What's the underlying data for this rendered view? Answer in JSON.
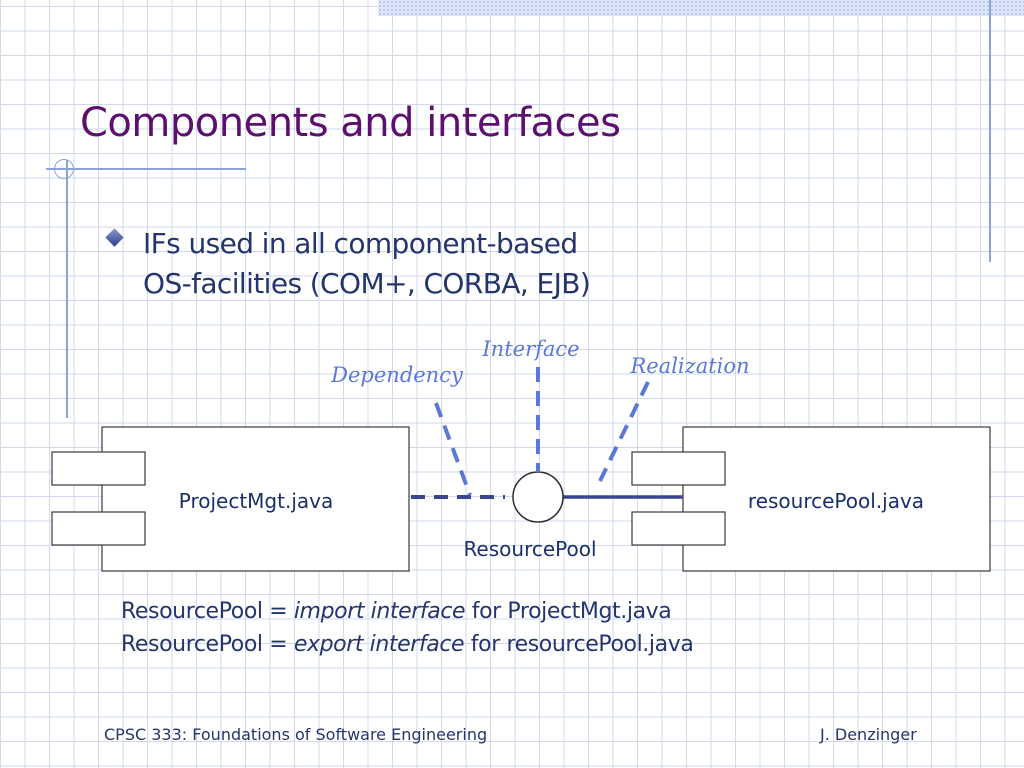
{
  "slide": {
    "title": "Components and interfaces",
    "bullet": {
      "line1": "IFs used in all component-based",
      "line2": "OS-facilities (COM+, CORBA, EJB)"
    }
  },
  "diagram": {
    "left_component": "ProjectMgt.java",
    "right_component": "resourcePool.java",
    "interface_name": "ResourcePool",
    "label_dependency": "Dependency",
    "label_interface": "Interface",
    "label_realization": "Realization"
  },
  "notes": {
    "line1_prefix": "ResourcePool = ",
    "line1_emphasis": "import interface",
    "line1_suffix": " for ProjectMgt.java",
    "line2_prefix": "ResourcePool = ",
    "line2_emphasis": "export interface",
    "line2_suffix": " for resourcePool.java"
  },
  "footer": {
    "course": "CPSC 333: Foundations of Software Engineering",
    "author": "J. Denzinger"
  },
  "colors": {
    "title": "#5c0f6e",
    "body_text": "#24356e",
    "callout_blue": "#5a78d6",
    "connector": "#3a4590",
    "grid": "#d2d8ee"
  }
}
